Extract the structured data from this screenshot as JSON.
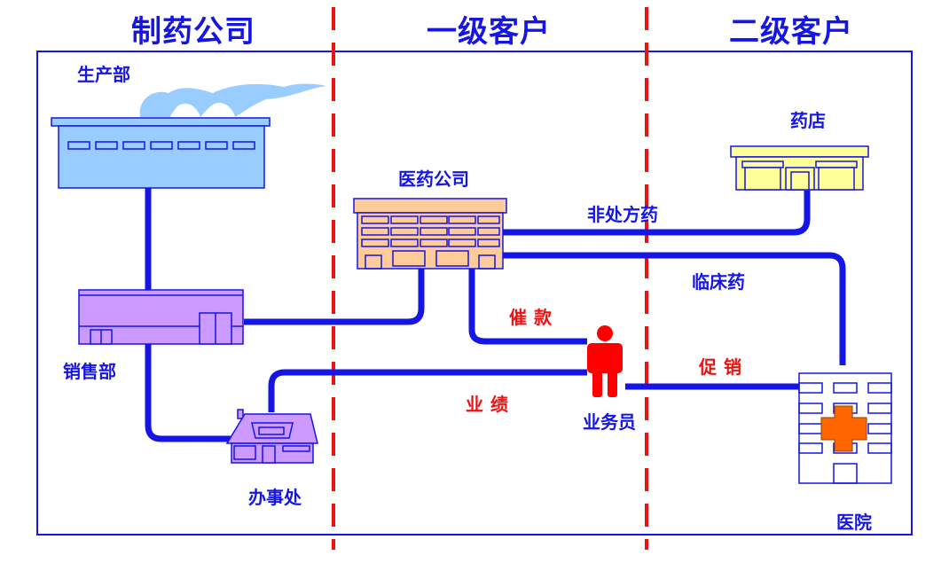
{
  "columns": [
    {
      "title": "制药公司"
    },
    {
      "title": "一级客户"
    },
    {
      "title": "二级客户"
    }
  ],
  "nodes": {
    "production": {
      "label": "生产部",
      "icon": "factory-icon"
    },
    "sales": {
      "label": "销售部",
      "icon": "warehouse-icon"
    },
    "office": {
      "label": "办事处",
      "icon": "house-icon"
    },
    "distributor": {
      "label": "医药公司",
      "icon": "office-building-icon"
    },
    "pharmacy": {
      "label": "药店",
      "icon": "store-icon"
    },
    "hospital": {
      "label": "医院",
      "icon": "hospital-icon"
    },
    "salesperson": {
      "label": "业务员",
      "icon": "person-icon"
    }
  },
  "edges": {
    "otc": "非处方药",
    "clinical": "临床药",
    "collect": "催款",
    "performance": "业绩",
    "promotion": "促销"
  },
  "colors": {
    "primary": "#1515e6",
    "divider": "#ee1111",
    "factory": "#99ccff",
    "sales": "#cc99ff",
    "distributor": "#ffcc99",
    "pharmacy": "#ffff99",
    "cross": "#ff6600"
  }
}
